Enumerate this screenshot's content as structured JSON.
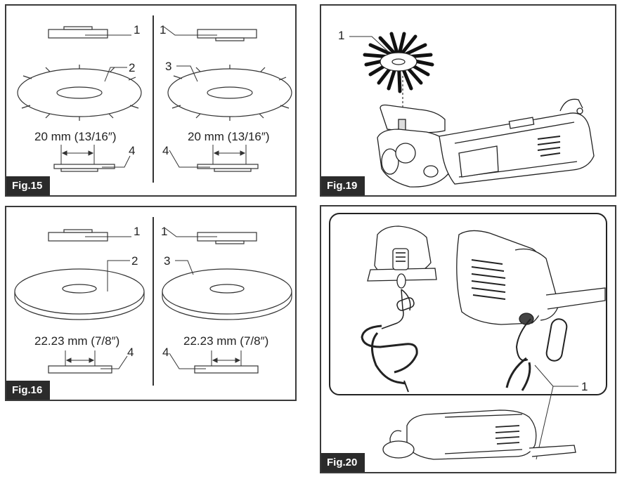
{
  "fig15": {
    "label": "Fig.15",
    "left": {
      "top_callout": "1",
      "wheel_callout": "2",
      "dimension": "20 mm (13/16″)",
      "flange_callout": "4"
    },
    "right": {
      "top_callout": "1",
      "wheel_callout": "3",
      "dimension": "20 mm (13/16″)",
      "flange_callout": "4"
    }
  },
  "fig16": {
    "label": "Fig.16",
    "left": {
      "top_callout": "1",
      "wheel_callout": "2",
      "dimension": "22.23 mm (7/8″)",
      "flange_callout": "4"
    },
    "right": {
      "top_callout": "1",
      "wheel_callout": "3",
      "dimension": "22.23 mm (7/8″)",
      "flange_callout": "4"
    }
  },
  "fig19": {
    "label": "Fig.19",
    "callout": "1"
  },
  "fig20": {
    "label": "Fig.20",
    "callout": "1"
  }
}
